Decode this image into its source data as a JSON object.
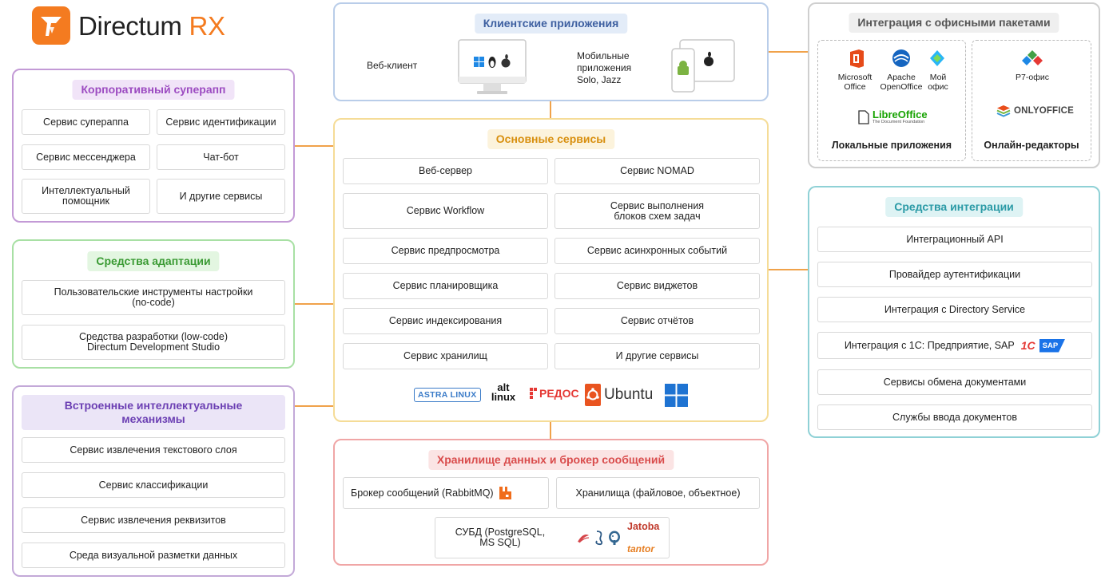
{
  "brand": {
    "name": "Directum",
    "suffix": "RX",
    "accent": "#f47b20"
  },
  "client_apps": {
    "title": "Клиентские приложения",
    "web_label": "Веб-клиент",
    "mobile_label": "Мобильные\nприложения\nSolo, Jazz"
  },
  "core": {
    "title": "Основные сервисы",
    "items": [
      "Веб-сервер",
      "Сервис NOMAD",
      "Сервис Workflow",
      "Сервис выполнения\nблоков схем задач",
      "Сервис предпросмотра",
      "Сервис асинхронных событий",
      "Сервис планировщика",
      "Сервис виджетов",
      "Сервис индексирования",
      "Сервис отчётов",
      "Сервис хранилищ",
      "И другие сервисы"
    ],
    "os_logos": {
      "astra": "ASTRA LINUX",
      "alt": "alt linux",
      "redos": "РЕДОС",
      "ubuntu": "Ubuntu"
    }
  },
  "storage": {
    "title": "Хранилище данных и брокер сообщений",
    "broker": "Брокер сообщений (RabbitMQ)",
    "storages": "Хранилища (файловое, объектное)",
    "dbms": "СУБД (PostgreSQL,\nMS SQL)",
    "db_logos": {
      "jatoba": "Jatoba",
      "tantor": "tantor"
    }
  },
  "superapp": {
    "title": "Корпоративный суперапп",
    "items": [
      "Сервис супераппа",
      "Сервис идентификации",
      "Сервис мессенджера",
      "Чат-бот",
      "Интеллектуальный\nпомощник",
      "И другие сервисы"
    ]
  },
  "adaptation": {
    "title": "Средства адаптации",
    "items": [
      "Пользовательские инструменты настройки\n(no-code)",
      "Средства разработки (low-code)\nDirectum Development Studio"
    ]
  },
  "ai": {
    "title": "Встроенные интеллектуальные\nмеханизмы",
    "items": [
      "Сервис извлечения текстового слоя",
      "Сервис классификации",
      "Сервис извлечения реквизитов",
      "Среда визуальной разметки данных"
    ]
  },
  "office": {
    "title": "Интеграция с офисными пакетами",
    "local_label": "Локальные приложения",
    "online_label": "Онлайн-редакторы",
    "ms_office": "Microsoft\nOffice",
    "openoffice": "Apache\nOpenOffice",
    "myoffice": "Мой\nофис",
    "libreoffice": "LibreOffice",
    "libre_sub": "The Document Foundation",
    "r7": "Р7-офис",
    "onlyoffice": "ONLYOFFICE"
  },
  "integration": {
    "title": "Средства интеграции",
    "items": [
      "Интеграционный API",
      "Провайдер аутентификации",
      "Интеграция с Directory Service",
      "Интеграция с 1С: Предприятие, SAP",
      "Сервисы обмена документами",
      "Службы ввода документов"
    ],
    "logo_1c": "1С",
    "logo_sap": "SAP"
  },
  "colors": {
    "purple": "#c39ad6",
    "green": "#9ed99a",
    "violet": "#b7a4d9",
    "blue": "#b6c9e6",
    "yellow": "#f5dc97",
    "red": "#f0a6a6",
    "gray": "#c9c9c9",
    "teal": "#8fd1d6",
    "connector": "#f0a24a"
  }
}
